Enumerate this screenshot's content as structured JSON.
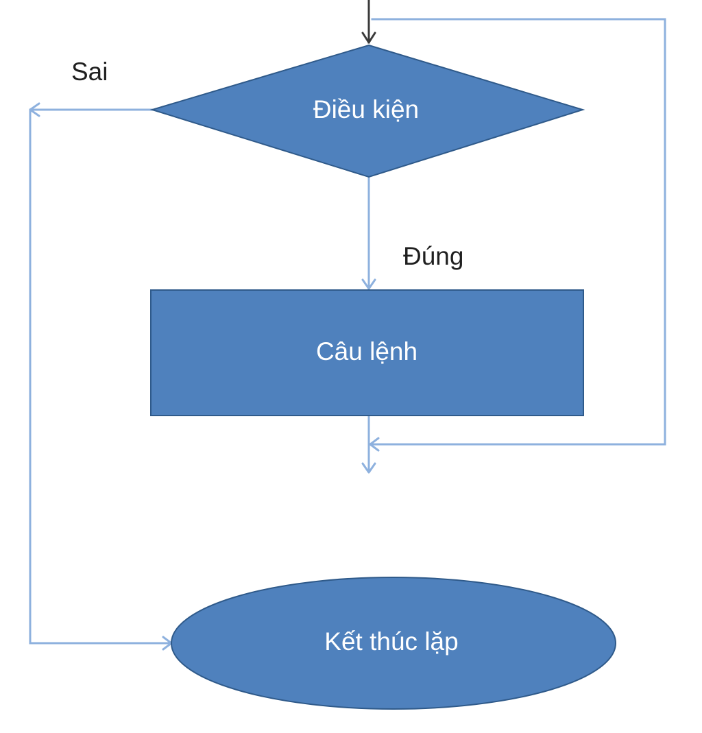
{
  "colors": {
    "shape_fill": "#4f81bd",
    "connector": "#8eb1de",
    "entry_arrow": "#3a3a3a"
  },
  "nodes": {
    "condition": "Điều kiện",
    "statement": "Câu lệnh",
    "end": "Kết thúc lặp"
  },
  "edge_labels": {
    "false": "Sai",
    "true": "Đúng"
  }
}
